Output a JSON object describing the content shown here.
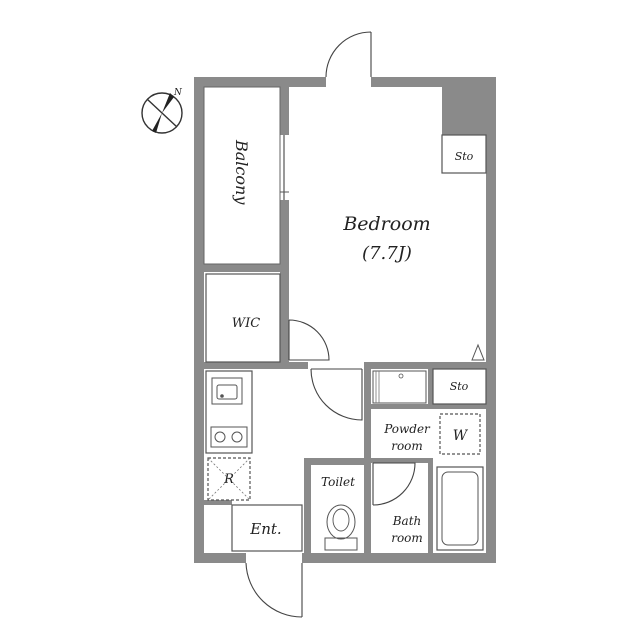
{
  "floor_plan": {
    "compass": {
      "label": "N",
      "icon": "north-arrow-icon"
    },
    "rooms": {
      "balcony": "Balcony",
      "bedroom": "Bedroom",
      "bedroom_size": "(7.7J)",
      "sto_top": "Sto",
      "wic": "WIC",
      "sto_mid": "Sto",
      "powder_room_line1": "Powder",
      "powder_room_line2": "room",
      "washer": "W",
      "refrigerator": "R",
      "toilet": "Toilet",
      "bath_line1": "Bath",
      "bath_line2": "room",
      "entrance": "Ent."
    },
    "colors": {
      "wall": "#8a8a8a",
      "line": "#444444",
      "background": "#ffffff"
    }
  }
}
